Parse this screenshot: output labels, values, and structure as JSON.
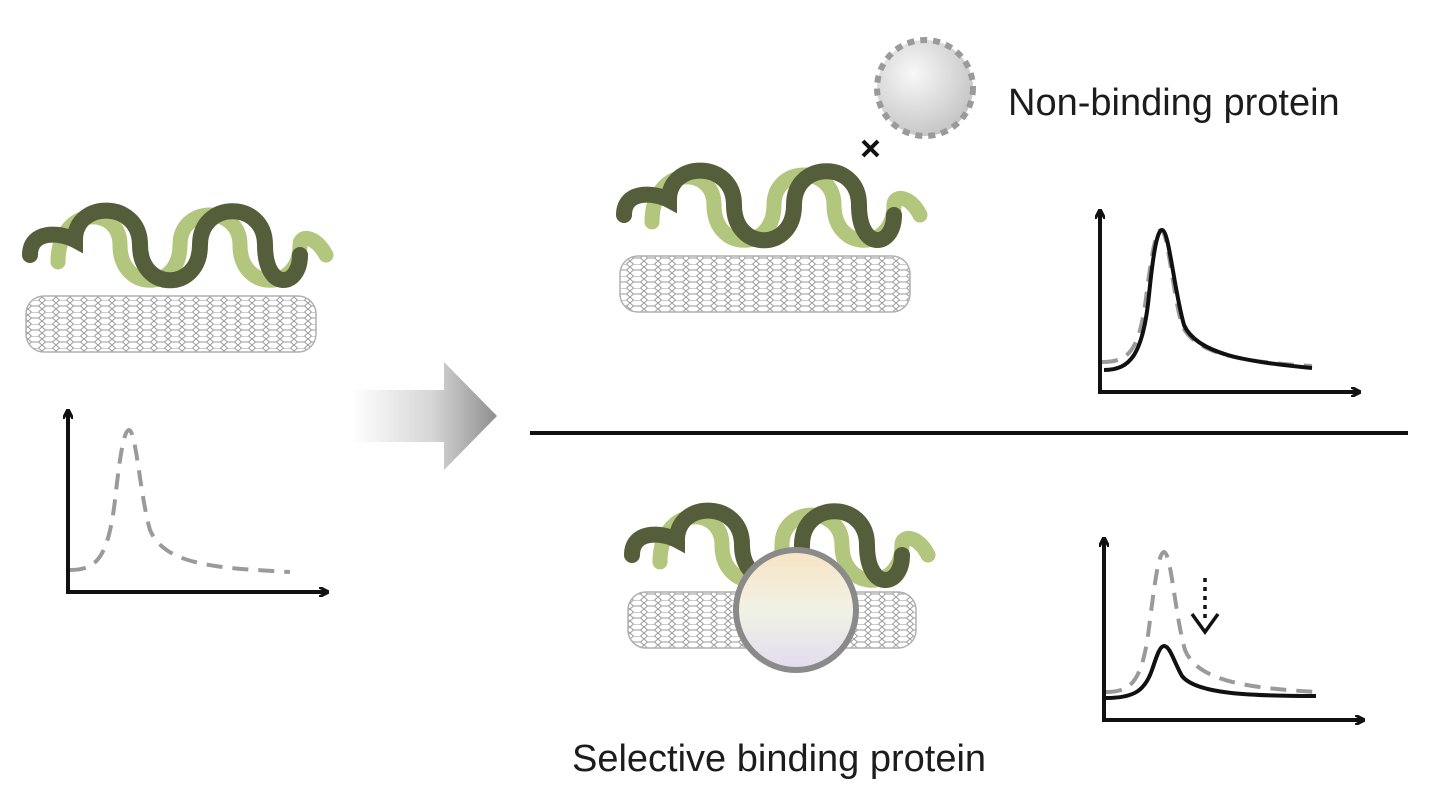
{
  "labels": {
    "non_binding": "Non-binding protein",
    "selective_binding": "Selective binding protein"
  },
  "colors": {
    "dark_polymer": "#555e3a",
    "light_polymer": "#b3c67e",
    "nanotube": "#9a9a9a",
    "dashed_curve": "#9a9a9a",
    "solid_curve": "#111111",
    "axis": "#111111",
    "nonbinding_protein_fill": "#d8d8d8",
    "selective_protein_border": "#8a8a8a"
  },
  "icons": {
    "transition_arrow": "gradient-right-arrow",
    "no_binding_mark": "cross-mark",
    "quench_arrow": "dotted-down-arrow"
  },
  "spectra": {
    "initial": "dashed peak only",
    "non_binding": "solid peak overlaps dashed peak (unchanged intensity)",
    "selective_binding": "solid peak reduced relative to dashed peak (quenched)"
  }
}
